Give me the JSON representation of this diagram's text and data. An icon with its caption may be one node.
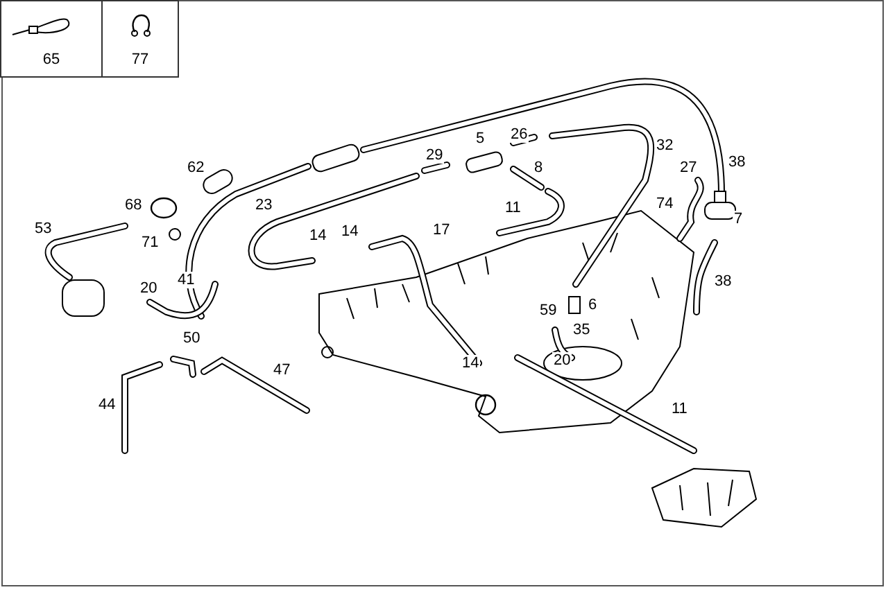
{
  "diagram": {
    "nodes": [
      {
        "text": [
          "65"
        ]
      },
      {
        "text": [
          "77"
        ]
      }
    ],
    "labels": [
      "5",
      "26",
      "32",
      "38",
      "62",
      "29",
      "27",
      "8",
      "68",
      "23",
      "74",
      "11",
      "7",
      "53",
      "14",
      "14",
      "17",
      "71",
      "41",
      "20",
      "38",
      "6",
      "59",
      "35",
      "50",
      "20",
      "14",
      "47",
      "44",
      "11"
    ]
  }
}
